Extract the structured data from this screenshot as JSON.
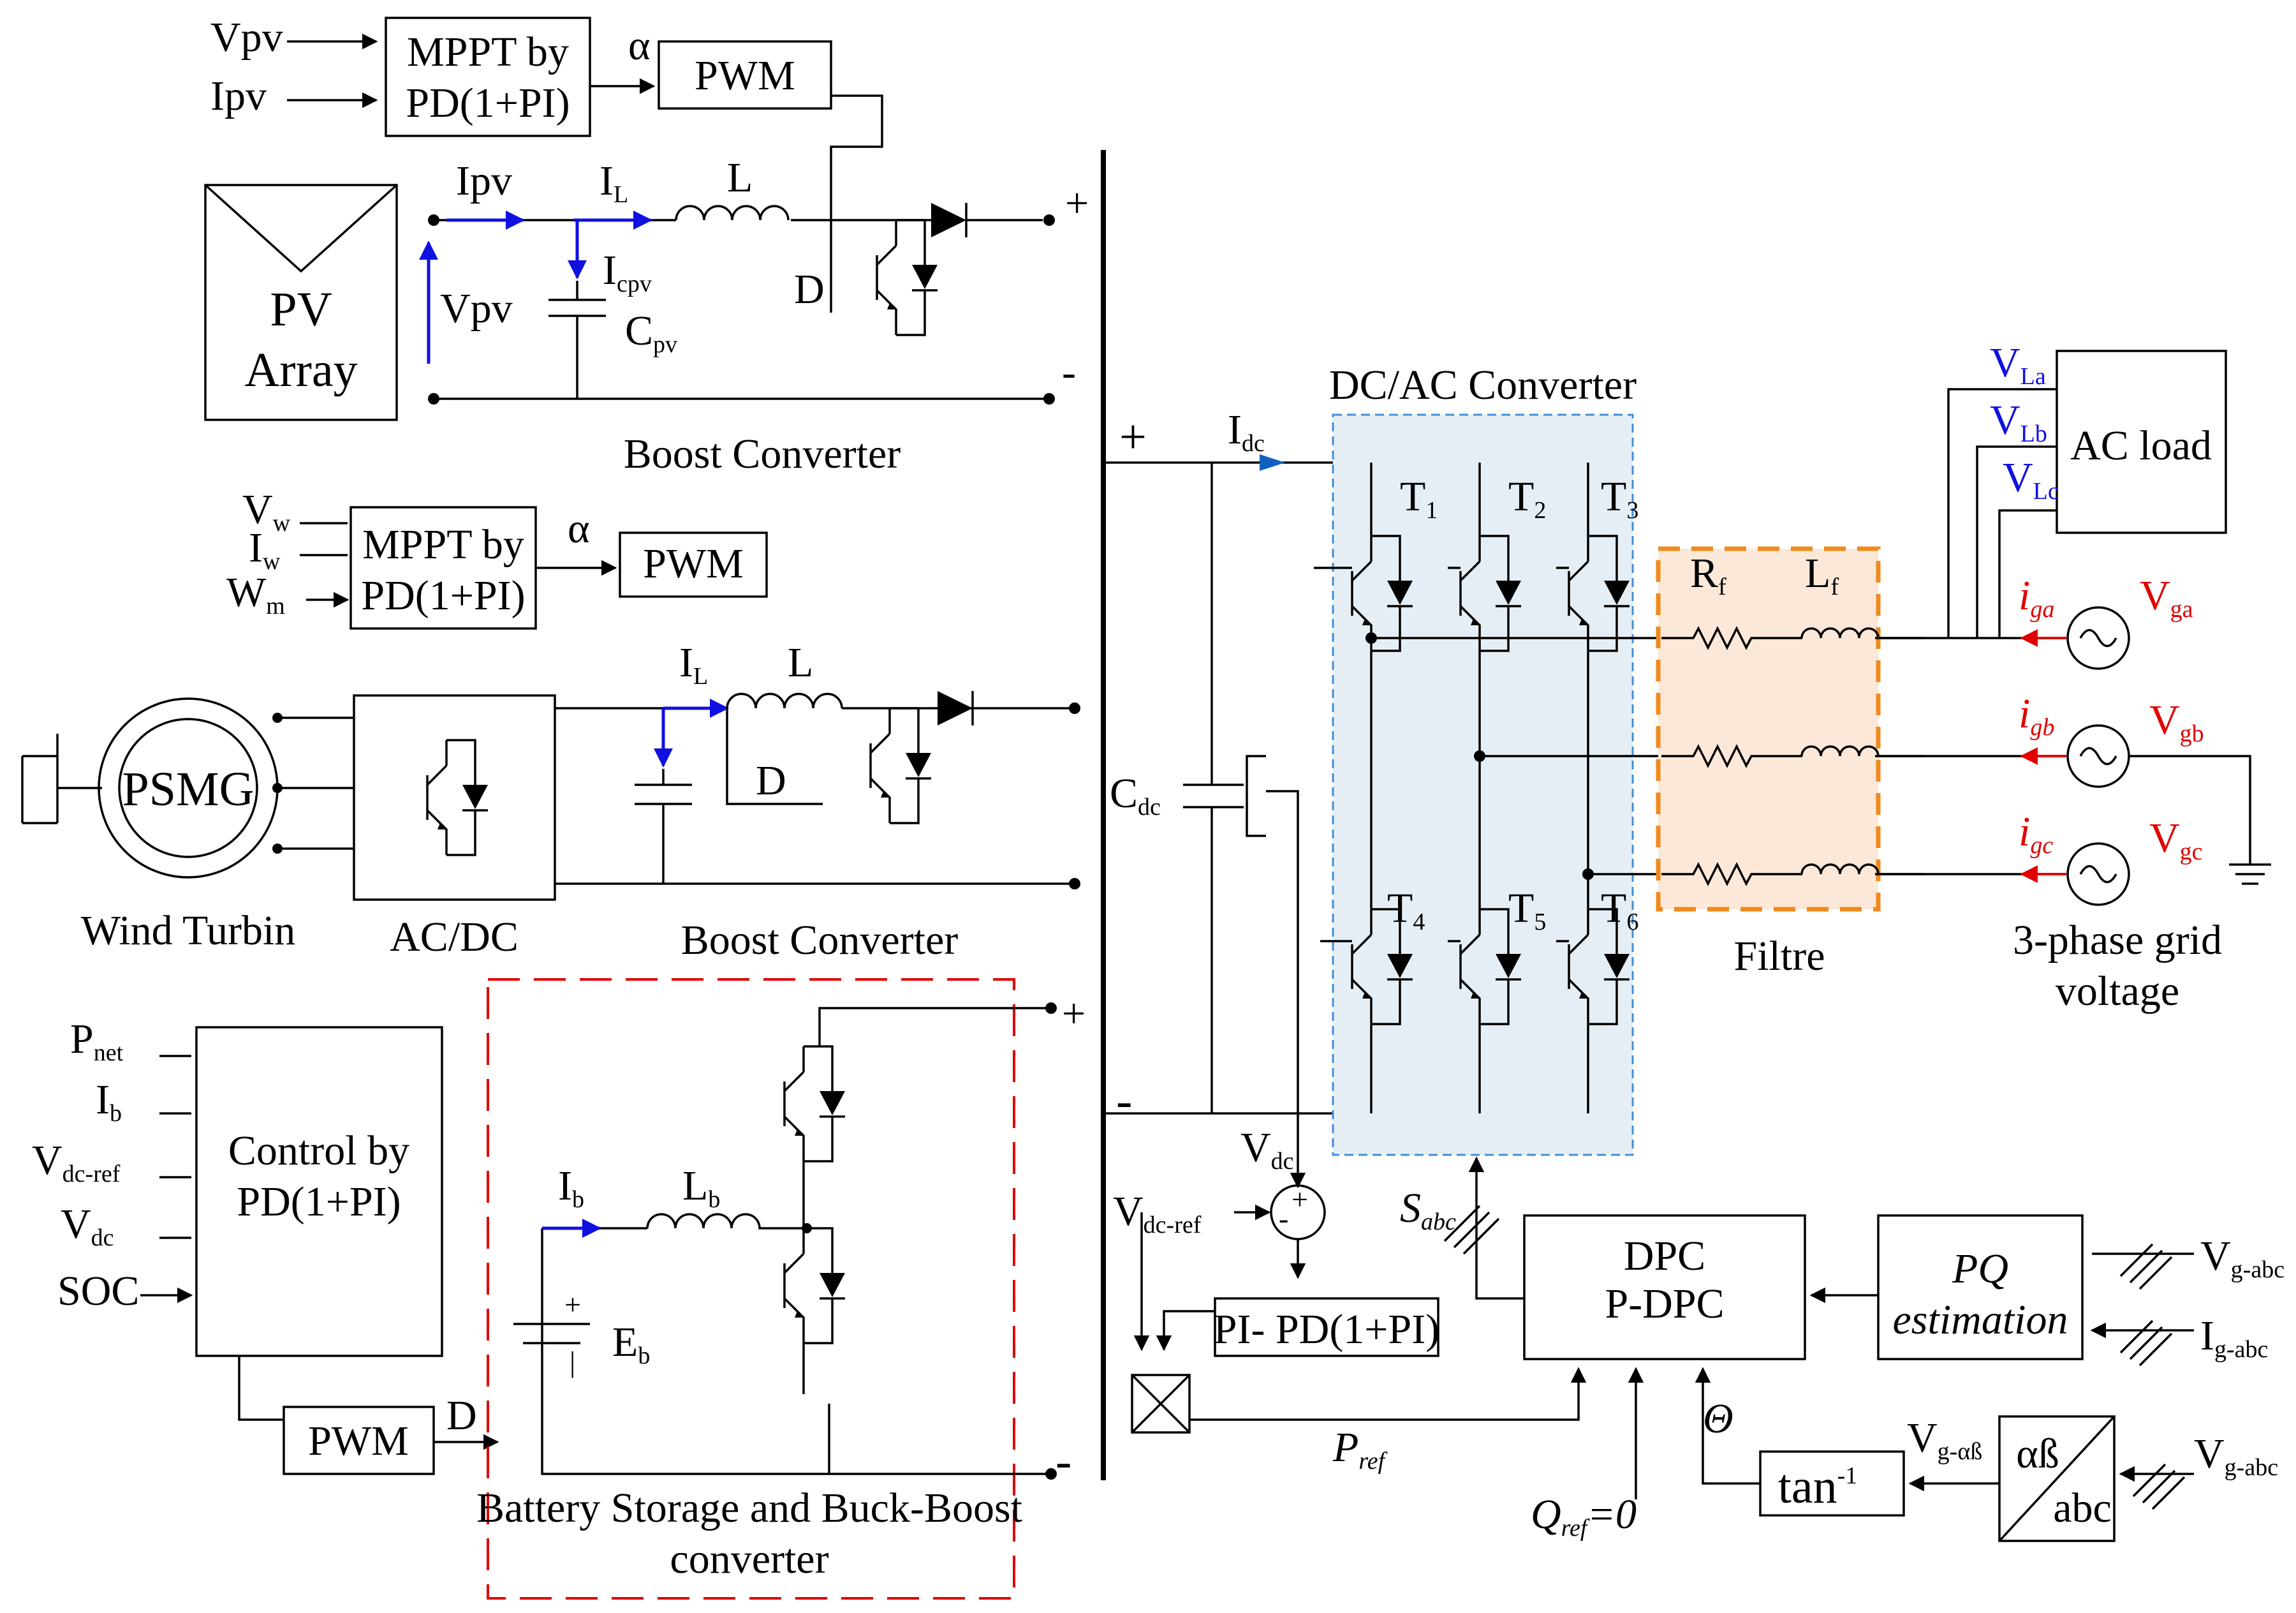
{
  "pv": {
    "in_vpv": "Vpv",
    "in_ipv": "Ipv",
    "mppt_line1": "MPPT by",
    "mppt_line2": "PD(1+PI)",
    "alpha": "α",
    "pwm": "PWM",
    "array_line1": "PV",
    "array_line2": "Array",
    "ipv": "Ipv",
    "vpv": "Vpv",
    "il": "I",
    "il_sub": "L",
    "l": "L",
    "icpv": "I",
    "icpv_sub": "cpv",
    "cpv": "C",
    "cpv_sub": "pv",
    "d": "D",
    "plus": "+",
    "minus": "-",
    "caption": "Boost Converter"
  },
  "wind": {
    "in_vw": "V",
    "in_vw_sub": "w",
    "in_iw": "I",
    "in_iw_sub": "w",
    "in_wm": "W",
    "in_wm_sub": "m",
    "mppt_line1": "MPPT by",
    "mppt_line2": "PD(1+PI)",
    "alpha": "α",
    "pwm": "PWM",
    "psmg": "PSMG",
    "turbine_caption": "Wind Turbin",
    "acdc_caption": "AC/DC",
    "il": "I",
    "il_sub": "L",
    "l": "L",
    "d": "D",
    "caption": "Boost Converter"
  },
  "battery": {
    "in_pnet": "P",
    "in_pnet_sub": "net",
    "in_ib": "I",
    "in_ib_sub": "b",
    "in_vdcref": "V",
    "in_vdcref_sub": "dc-ref",
    "in_vdc": "V",
    "in_vdc_sub": "dc",
    "in_soc": "SOC",
    "ctrl_line1": "Control by",
    "ctrl_line2": "PD(1+PI)",
    "pwm": "PWM",
    "d": "D",
    "ib": "I",
    "ib_sub": "b",
    "lb": "L",
    "lb_sub": "b",
    "eb": "E",
    "eb_sub": "b",
    "eb_plus": "+",
    "eb_minus": "|",
    "plus": "+",
    "minus": "-",
    "caption_line1": "Battery Storage and Buck-Boost",
    "caption_line2": "converter"
  },
  "dcbus": {
    "plus": "+",
    "minus": "-",
    "idc": "I",
    "idc_sub": "dc",
    "cdc": "C",
    "cdc_sub": "dc"
  },
  "inverter": {
    "title": "DC/AC Converter",
    "switches": [
      {
        "label": "T",
        "sub": "1"
      },
      {
        "label": "T",
        "sub": "2"
      },
      {
        "label": "T",
        "sub": "3"
      },
      {
        "label": "T",
        "sub": "4"
      },
      {
        "label": "T",
        "sub": "5"
      },
      {
        "label": "T",
        "sub": "6"
      }
    ]
  },
  "filter": {
    "rf": "R",
    "rf_sub": "f",
    "lf": "L",
    "lf_sub": "f",
    "caption": "Filtre"
  },
  "load": {
    "title": "AC load",
    "vla": "V",
    "vla_sub": "La",
    "vlb": "V",
    "vlb_sub": "Lb",
    "vlc": "V",
    "vlc_sub": "Lc"
  },
  "grid": {
    "phases": [
      {
        "i": "i",
        "i_sub": "ga",
        "v": "V",
        "v_sub": "ga"
      },
      {
        "i": "i",
        "i_sub": "gb",
        "v": "V",
        "v_sub": "gb"
      },
      {
        "i": "i",
        "i_sub": "gc",
        "v": "V",
        "v_sub": "gc"
      }
    ],
    "caption_line1": "3-phase grid",
    "caption_line2": "voltage"
  },
  "control": {
    "vdc": "V",
    "vdc_sub": "dc",
    "vdcref": "V",
    "vdcref_sub": "dc-ref",
    "sum_plus": "+",
    "sum_minus": "-",
    "pi_block": "PI- PD(1+PI)",
    "pref": "P",
    "pref_sub": "ref",
    "qref": "Q",
    "qref_sub": "ref",
    "qref_val": "=0",
    "dpc_line1": "DPC",
    "dpc_line2": "P-DPC",
    "sabc": "S",
    "sabc_sub": "abc",
    "pq_line1": "PQ",
    "pq_line2": "estimation",
    "vgabc": "V",
    "vgabc_sub": "g-abc",
    "igabc": "I",
    "igabc_sub": "g-abc",
    "theta": "Θ",
    "tan": "tan",
    "tan_sup": "-1",
    "vgab": "V",
    "vgab_sub": "g-αß",
    "ab_top": "αß",
    "ab_bot": "abc",
    "vgabc2": "V",
    "vgabc2_sub": "g-abc"
  }
}
